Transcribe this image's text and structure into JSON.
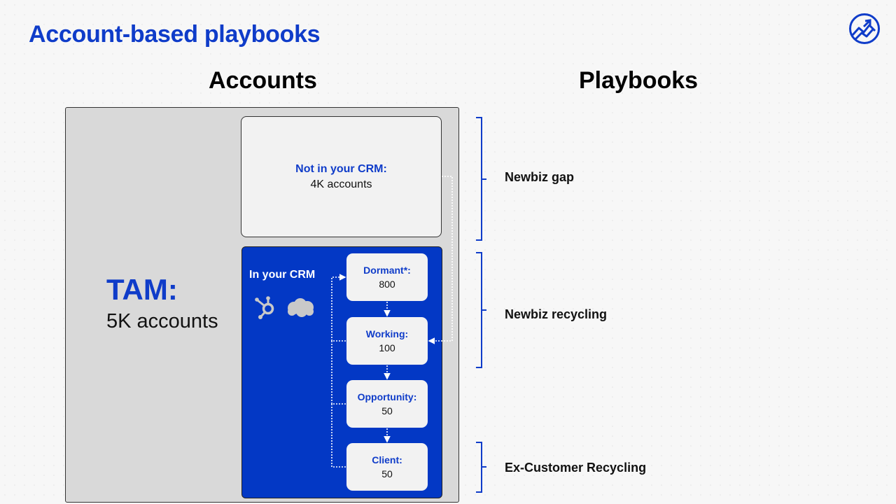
{
  "title": "Account-based playbooks",
  "headers": {
    "accounts": "Accounts",
    "playbooks": "Playbooks"
  },
  "tam": {
    "label": "TAM:",
    "value": "5K accounts"
  },
  "not_in_crm": {
    "title": "Not in your CRM:",
    "value": "4K accounts"
  },
  "in_crm": {
    "label": "In your CRM",
    "logos": [
      "hubspot-logo",
      "salesforce-cloud-logo"
    ]
  },
  "stages": [
    {
      "title": "Dormant*:",
      "value": "800"
    },
    {
      "title": "Working:",
      "value": "100"
    },
    {
      "title": "Opportunity:",
      "value": "50"
    },
    {
      "title": "Client:",
      "value": "50"
    }
  ],
  "playbooks": [
    "Newbiz gap",
    "Newbiz recycling",
    "Ex-Customer Recycling"
  ],
  "colors": {
    "brand_blue": "#0f3cc9",
    "crm_blue": "#0338c5",
    "tam_gray": "#d9d9d9"
  },
  "icons": {
    "top_right_logo": "mountain-chart-logo"
  }
}
